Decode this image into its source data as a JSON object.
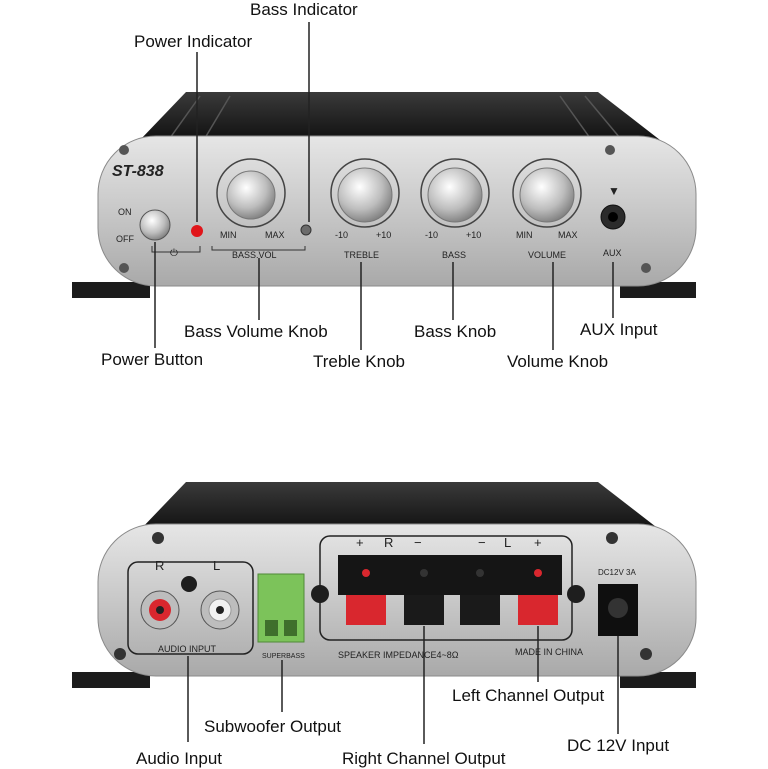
{
  "callouts": {
    "bass_indicator": "Bass Indicator",
    "power_indicator": "Power Indicator",
    "bass_volume_knob": "Bass Volume Knob",
    "bass_knob": "Bass Knob",
    "aux_input": "AUX Input",
    "power_button": "Power Button",
    "treble_knob": "Treble Knob",
    "volume_knob": "Volume Knob",
    "left_channel_output": "Left Channel Output",
    "subwoofer_output": "Subwoofer Output",
    "audio_input": "Audio Input",
    "right_channel_output": "Right Channel Output",
    "dc_input": "DC 12V Input"
  },
  "front_panel": {
    "model": "ST-838",
    "on": "ON",
    "off": "OFF",
    "power_symbol": "⏻",
    "bass_vol": {
      "min": "MIN",
      "max": "MAX",
      "caption": "BASS.VOL"
    },
    "treble": {
      "min": "-10",
      "max": "+10",
      "caption": "TREBLE"
    },
    "bass": {
      "min": "-10",
      "max": "+10",
      "caption": "BASS"
    },
    "volume": {
      "min": "MIN",
      "max": "MAX",
      "caption": "VOLUME"
    },
    "aux": {
      "arrow": "▼",
      "caption": "AUX"
    }
  },
  "back_panel": {
    "r": "R",
    "l": "L",
    "audio_input": "AUDIO INPUT",
    "superbass": "SUPERBASS",
    "speaker_plus_r": "+",
    "speaker_r": "R",
    "speaker_minus_r": "−",
    "speaker_minus_l": "−",
    "speaker_l": "L",
    "speaker_plus_l": "+",
    "impedance": "SPEAKER IMPEDANCE4~8Ω",
    "made_in": "MADE IN CHINA",
    "dc_spec": "DC12V 3A"
  },
  "colors": {
    "panel": "#c9c9c9",
    "body": "#2a2a2a",
    "led": "#e0151a",
    "terminal_block": "#7cc35a",
    "binding_red": "#d9272e"
  }
}
